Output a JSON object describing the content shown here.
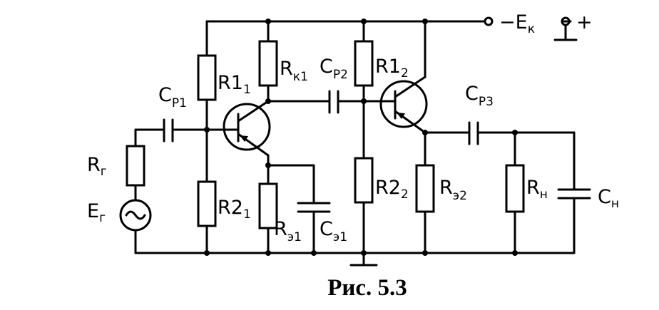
{
  "caption": "Рис. 5.3",
  "labels": {
    "supply_minus": "−E",
    "supply_minus_sub": "к",
    "supply_plus": "+",
    "R1_1": "R1",
    "R1_1_sub": "1",
    "Rk1": "R",
    "Rk1_sub": "к1",
    "Cp1": "C",
    "Cp1_sub": "P1",
    "Cp2": "C",
    "Cp2_sub": "P2",
    "Cp3": "C",
    "Cp3_sub": "P3",
    "R1_2": "R1",
    "R1_2_sub": "2",
    "Rg": "R",
    "Rg_sub": "г",
    "Eg": "E",
    "Eg_sub": "г",
    "R2_1": "R2",
    "R2_1_sub": "1",
    "Re1": "R",
    "Re1_sub": "э1",
    "Ce1": "C",
    "Ce1_sub": "э1",
    "R2_2": "R2",
    "R2_2_sub": "2",
    "Re2": "R",
    "Re2_sub": "э2",
    "Rn": "R",
    "Rn_sub": "н",
    "Cn": "C",
    "Cn_sub": "н"
  }
}
